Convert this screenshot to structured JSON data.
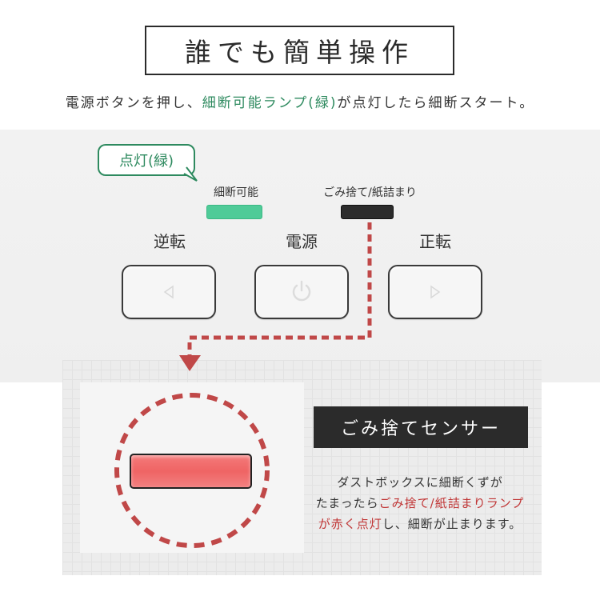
{
  "header": {
    "title": "誰でも簡単操作",
    "subtitle": {
      "part1": "電源ボタンを押し、",
      "part2_green": "細断可能ランプ(緑)",
      "part3": "が点灯したら細断スタート。"
    }
  },
  "panel": {
    "bubble_label": "点灯(緑)",
    "lamps": [
      {
        "label": "細断可能",
        "color": "#4fcb98",
        "state": "on"
      },
      {
        "label": "ごみ捨て/紙詰まり",
        "color": "#2c2c2c",
        "state": "off"
      }
    ],
    "buttons": [
      {
        "label": "逆転",
        "icon": "triangle-left-icon"
      },
      {
        "label": "電源",
        "icon": "power-icon"
      },
      {
        "label": "正転",
        "icon": "triangle-right-icon"
      }
    ]
  },
  "sensor": {
    "title": "ごみ捨てセンサー",
    "lamp_color": "#ef6464",
    "description": {
      "line1": "ダストボックスに細断くずが",
      "line2_part1": "たまったら",
      "line2_part2_red": "ごみ捨て/紙詰まりランプ",
      "line3_part1_red": "が赤く点灯",
      "line3_part2": "し、細断が止まります。"
    }
  },
  "colors": {
    "accent_green": "#2e8a5f",
    "accent_red": "#c03535",
    "dashed_red": "#c04848"
  }
}
